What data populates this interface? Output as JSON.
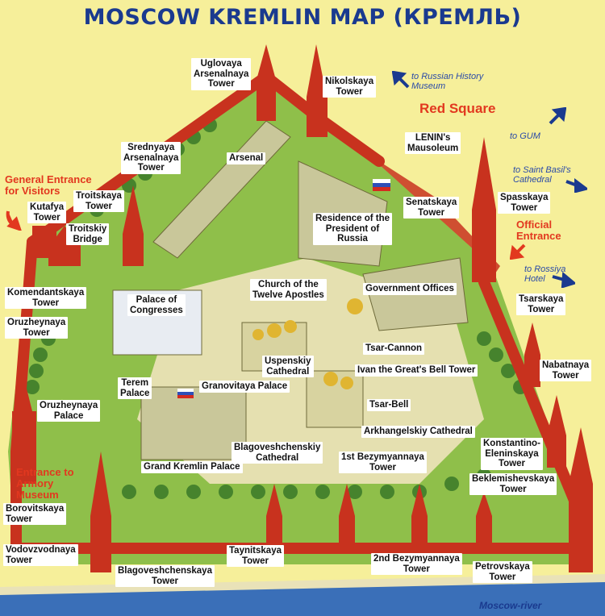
{
  "title": "MOSCOW KREMLIN MAP (КРЕМЛЬ)",
  "colors": {
    "background": "#f6ef9a",
    "wall": "#c8321e",
    "greenery": "#5a9a3a",
    "building": "#c9c79a",
    "title": "#1a3a8f",
    "accent_red": "#e2381f",
    "river": "#3a6fb8"
  },
  "labels": {
    "uglovaya": "Uglovaya\nArsenalnaya\nTower",
    "nikolskaya": "Nikolskaya\nTower",
    "srednyaya": "Srednyaya\nArsenalnaya\nTower",
    "arsenal": "Arsenal",
    "lenin": "LENIN's\nMausoleum",
    "troitskaya": "Troitskaya\nTower",
    "kutafya": "Kutafya\nTower",
    "troitskiy_bridge": "Troitskiy\nBridge",
    "senatskaya": "Senatskaya\nTower",
    "residence": "Residence of the\nPresident of\nRussia",
    "spasskaya": "Spasskaya\nTower",
    "komendantskaya": "Komendantskaya\nTower",
    "church_twelve": "Church of the\nTwelve Apostles",
    "government": "Government Offices",
    "oruzheynaya_tower": "Oruzheynaya\nTower",
    "palace_congresses": "Palace of\nCongresses",
    "tsarskaya": "Tsarskaya\nTower",
    "tsar_cannon": "Tsar-Cannon",
    "uspenskiy": "Uspenskiy\nCathedral",
    "ivan_bell": "Ivan the Great's Bell Tower",
    "nabatnaya": "Nabatnaya\nTower",
    "terem": "Terem\nPalace",
    "granovitaya": "Granovitaya Palace",
    "tsar_bell": "Tsar-Bell",
    "oruzheynaya_palace": "Oruzheynaya\nPalace",
    "arkhangelskiy": "Arkhangelskiy Cathedral",
    "blagoveshchenskiy_cathedral": "Blagoveshchenskiy\nCathedral",
    "konstantino": "Konstantino-\nEleninskaya\nTower",
    "grand_palace": "Grand Kremlin Palace",
    "bezymyannaya1": "1st Bezymyannaya\nTower",
    "beklemishevskaya": "Beklemishevskaya\nTower",
    "borovitskaya": "Borovitskaya\nTower",
    "vodovzvodnaya": "Vodovzvodnaya\nTower",
    "taynitskaya": "Taynitskaya\nTower",
    "bezymyannaya2": "2nd Bezymyannaya\nTower",
    "petrovskaya": "Petrovskaya\nTower",
    "blagoveshchenskaya_tower": "Blagoveshchenskaya\nTower"
  },
  "red_labels": {
    "red_square": "Red Square",
    "general_entrance": "General Entrance\nfor Visitors",
    "official_entrance": "Official\nEntrance",
    "armory_entrance": "Entrance to\nArmory\nMuseum"
  },
  "blue_labels": {
    "history_museum": "to Russian History\nMuseum",
    "gum": "to GUM",
    "saint_basil": "to Saint Basil's\nCathedral",
    "rossiya": "to Rossiya\nHotel"
  },
  "river_label": "Moscow-river"
}
